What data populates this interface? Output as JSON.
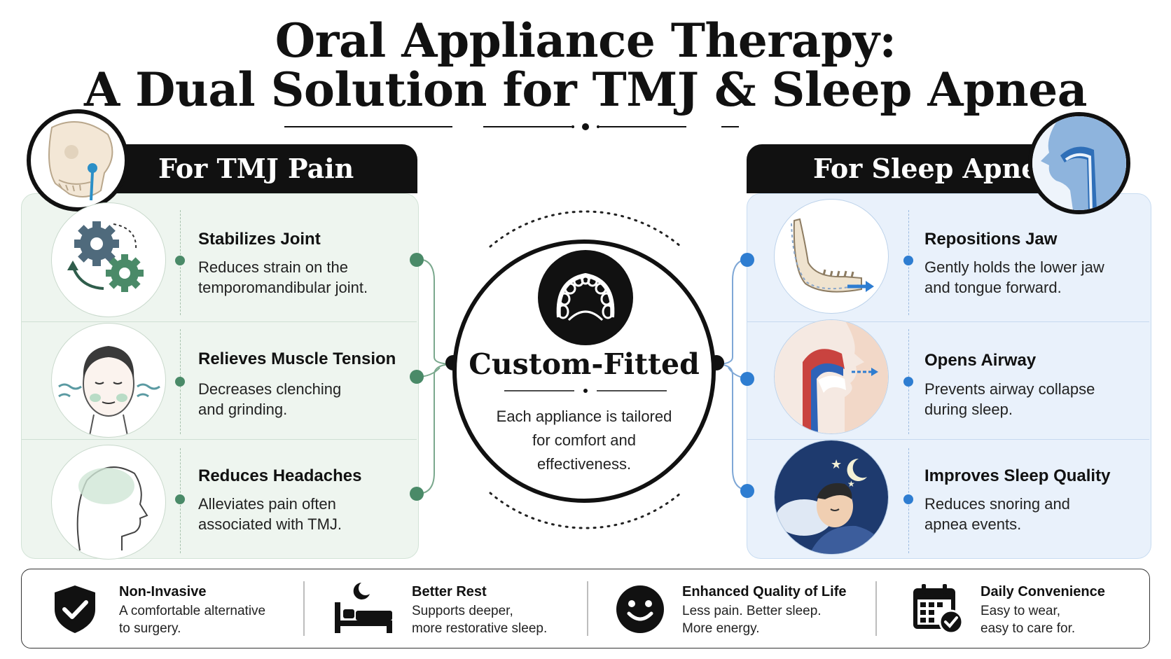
{
  "title": {
    "line1": "Oral Appliance Therapy:",
    "line2": "A Dual Solution for TMJ & Sleep Apnea"
  },
  "left": {
    "header": "For TMJ Pain",
    "items": [
      {
        "title": "Stabilizes Joint",
        "desc1": "Reduces strain on the",
        "desc2": "temporomandibular joint."
      },
      {
        "title": "Relieves Muscle Tension",
        "desc1": "Decreases clenching",
        "desc2": "and grinding."
      },
      {
        "title": "Reduces Headaches",
        "desc1": "Alleviates pain often",
        "desc2": "associated with TMJ."
      }
    ]
  },
  "right": {
    "header": "For Sleep Apnea",
    "items": [
      {
        "title": "Repositions Jaw",
        "desc1": "Gently holds the lower jaw",
        "desc2": "and tongue forward."
      },
      {
        "title": "Opens Airway",
        "desc1": "Prevents airway collapse",
        "desc2": "during sleep."
      },
      {
        "title": "Improves Sleep Quality",
        "desc1": "Reduces snoring and",
        "desc2": "apnea events."
      }
    ]
  },
  "center": {
    "title": "Custom-Fitted",
    "desc1": "Each appliance is tailored",
    "desc2": "for comfort and",
    "desc3": "effectiveness."
  },
  "benefits": [
    {
      "title": "Non-Invasive",
      "desc1": "A comfortable alternative",
      "desc2": "to surgery.",
      "icon": "shield-check-icon"
    },
    {
      "title": "Better Rest",
      "desc1": "Supports deeper,",
      "desc2": "more restorative sleep.",
      "icon": "bed-moon-icon"
    },
    {
      "title": "Enhanced Quality of Life",
      "desc1": "Less pain. Better sleep.",
      "desc2": "More energy.",
      "icon": "smiley-icon"
    },
    {
      "title": "Daily Convenience",
      "desc1": "Easy to wear,",
      "desc2": "easy to care for.",
      "icon": "calendar-check-icon"
    }
  ],
  "colors": {
    "tmj_accent": "#4a8a68",
    "apnea_accent": "#2e7dd1",
    "tmj_panel": "#eef5ef",
    "apnea_panel": "#e9f1fb",
    "dark": "#111111"
  }
}
